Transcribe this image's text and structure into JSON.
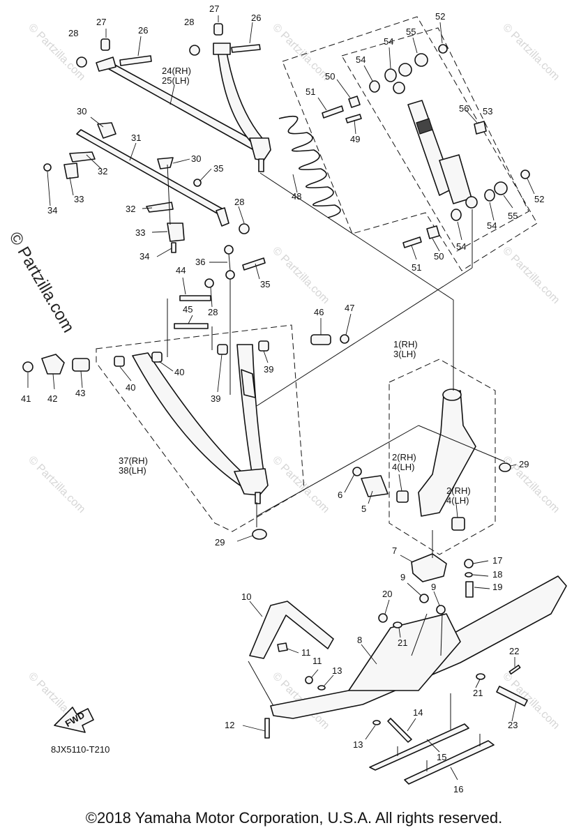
{
  "diagram": {
    "code": "8JX5110-T210",
    "fwd_label": "FWD",
    "side_watermark": "© Partzilla.com",
    "background_watermark": "© Partzilla.com",
    "copyright": "©2018 Yamaha Motor Corporation, U.S.A. All rights reserved.",
    "callouts": [
      {
        "id": "c26a",
        "text": "26"
      },
      {
        "id": "c27a",
        "text": "27"
      },
      {
        "id": "c28a",
        "text": "28"
      },
      {
        "id": "c28b",
        "text": "28"
      },
      {
        "id": "c27b",
        "text": "27"
      },
      {
        "id": "c26b",
        "text": "26"
      },
      {
        "id": "c2425",
        "text": "24(RH)\n25(LH)"
      },
      {
        "id": "c30a",
        "text": "30"
      },
      {
        "id": "c31",
        "text": "31"
      },
      {
        "id": "c32a",
        "text": "32"
      },
      {
        "id": "c33a",
        "text": "33"
      },
      {
        "id": "c34a",
        "text": "34"
      },
      {
        "id": "c30b",
        "text": "30"
      },
      {
        "id": "c35a",
        "text": "35"
      },
      {
        "id": "c28c",
        "text": "28"
      },
      {
        "id": "c32b",
        "text": "32"
      },
      {
        "id": "c33b",
        "text": "33"
      },
      {
        "id": "c34b",
        "text": "34"
      },
      {
        "id": "c36",
        "text": "36"
      },
      {
        "id": "c35b",
        "text": "35"
      },
      {
        "id": "c44",
        "text": "44"
      },
      {
        "id": "c28d",
        "text": "28"
      },
      {
        "id": "c45",
        "text": "45"
      },
      {
        "id": "c46",
        "text": "46"
      },
      {
        "id": "c47",
        "text": "47"
      },
      {
        "id": "c48",
        "text": "48"
      },
      {
        "id": "c49",
        "text": "49"
      },
      {
        "id": "c50a",
        "text": "50"
      },
      {
        "id": "c51a",
        "text": "51"
      },
      {
        "id": "c54a",
        "text": "54"
      },
      {
        "id": "c54b",
        "text": "54"
      },
      {
        "id": "c55a",
        "text": "55"
      },
      {
        "id": "c52a",
        "text": "52"
      },
      {
        "id": "c53",
        "text": "53"
      },
      {
        "id": "c56",
        "text": "56"
      },
      {
        "id": "c52b",
        "text": "52"
      },
      {
        "id": "c55b",
        "text": "55"
      },
      {
        "id": "c54c",
        "text": "54"
      },
      {
        "id": "c54d",
        "text": "54"
      },
      {
        "id": "c50b",
        "text": "50"
      },
      {
        "id": "c51b",
        "text": "51"
      },
      {
        "id": "c13",
        "text": "1(RH)\n3(LH)"
      },
      {
        "id": "c41",
        "text": "41"
      },
      {
        "id": "c42",
        "text": "42"
      },
      {
        "id": "c43",
        "text": "43"
      },
      {
        "id": "c40a",
        "text": "40"
      },
      {
        "id": "c40b",
        "text": "40"
      },
      {
        "id": "c39a",
        "text": "39"
      },
      {
        "id": "c39b",
        "text": "39"
      },
      {
        "id": "c3738",
        "text": "37(RH)\n38(LH)"
      },
      {
        "id": "c29a",
        "text": "29"
      },
      {
        "id": "c29b",
        "text": "29"
      },
      {
        "id": "c6",
        "text": "6"
      },
      {
        "id": "c5",
        "text": "5"
      },
      {
        "id": "c24a",
        "text": "2(RH)\n4(LH)"
      },
      {
        "id": "c24b",
        "text": "2(RH)\n4(LH)"
      },
      {
        "id": "c7",
        "text": "7"
      },
      {
        "id": "c17",
        "text": "17"
      },
      {
        "id": "c18",
        "text": "18"
      },
      {
        "id": "c19",
        "text": "19"
      },
      {
        "id": "c9a",
        "text": "9"
      },
      {
        "id": "c9b",
        "text": "9"
      },
      {
        "id": "c20",
        "text": "20"
      },
      {
        "id": "c10",
        "text": "10"
      },
      {
        "id": "c21a",
        "text": "21"
      },
      {
        "id": "c8",
        "text": "8"
      },
      {
        "id": "c11a",
        "text": "11"
      },
      {
        "id": "c11b",
        "text": "11"
      },
      {
        "id": "c13b",
        "text": "13"
      },
      {
        "id": "c22",
        "text": "22"
      },
      {
        "id": "c21b",
        "text": "21"
      },
      {
        "id": "c23",
        "text": "23"
      },
      {
        "id": "c12",
        "text": "12"
      },
      {
        "id": "c14",
        "text": "14"
      },
      {
        "id": "c13c",
        "text": "13"
      },
      {
        "id": "c15",
        "text": "15"
      },
      {
        "id": "c16",
        "text": "16"
      }
    ]
  }
}
